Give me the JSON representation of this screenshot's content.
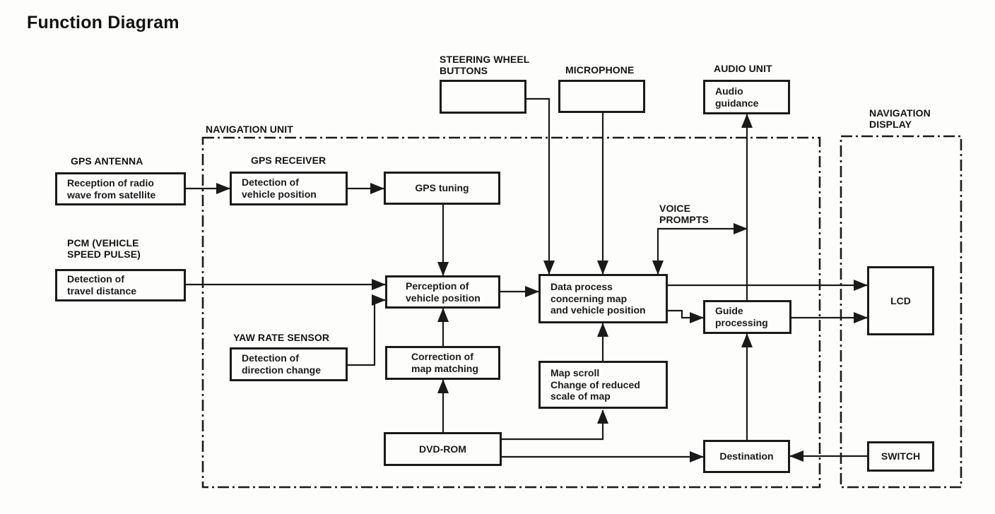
{
  "title": "Function Diagram",
  "regions": {
    "navigation_unit": "NAVIGATION UNIT",
    "navigation_display": "NAVIGATION\nDISPLAY"
  },
  "labels": {
    "gps_antenna": "GPS ANTENNA",
    "gps_receiver": "GPS RECEIVER",
    "pcm_vehicle_speed_pulse": "PCM (VEHICLE\nSPEED PULSE)",
    "yaw_rate_sensor": "YAW RATE SENSOR",
    "steering_wheel_buttons": "STEERING WHEEL\nBUTTONS",
    "microphone": "MICROPHONE",
    "audio_unit": "AUDIO UNIT",
    "voice_prompts": "VOICE\nPROMPTS"
  },
  "boxes": {
    "gps_antenna": "Reception of radio\nwave from satellite",
    "gps_receiver": "Detection of\nvehicle position",
    "gps_tuning": "GPS tuning",
    "pcm": "Detection of\ntravel distance",
    "yaw_rate": "Detection of\ndirection change",
    "perception": "Perception of\nvehicle position",
    "correction": "Correction of\nmap matching",
    "data_process": "Data process\nconcerning map\nand vehicle position",
    "map_scroll": "Map scroll\nChange of reduced\nscale of map",
    "dvd_rom": "DVD-ROM",
    "guide_processing": "Guide\nprocessing",
    "destination": "Destination",
    "audio_guidance": "Audio\nguidance",
    "lcd": "LCD",
    "switch": "SWITCH",
    "steering_wheel": "",
    "microphone": ""
  },
  "colors": {
    "ink": "#1a1a1a",
    "paper": "#fdfdfc"
  }
}
